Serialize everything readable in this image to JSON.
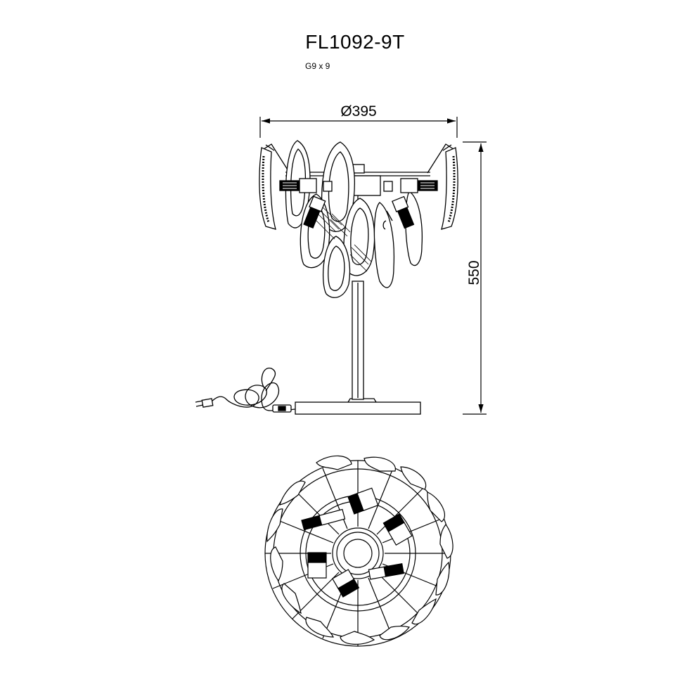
{
  "title": {
    "model": "FL1092-9T",
    "bulb_spec": "G9 x 9"
  },
  "dimensions": {
    "diameter_label": "Ø395",
    "height_label": "550"
  },
  "colors": {
    "line": "#000000",
    "background": "#ffffff"
  }
}
